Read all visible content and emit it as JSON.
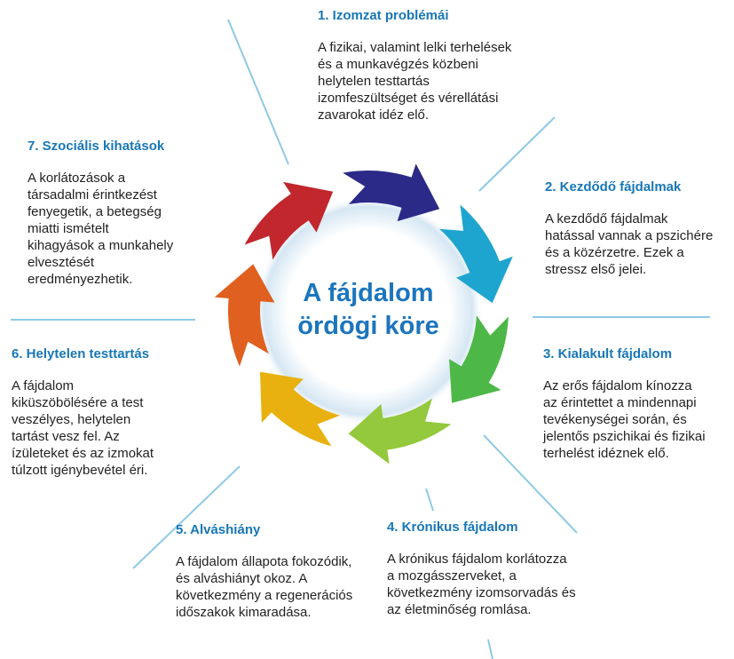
{
  "center_title_line1": "A fájdalom",
  "center_title_line2": "ördögi köre",
  "colors": {
    "heading": "#1877b6",
    "center_text": "#1c75bd",
    "lines": "#8ec9e6",
    "arrows": [
      "#2b2a88",
      "#1ea5cf",
      "#4db848",
      "#94c83d",
      "#e8b10f",
      "#e0601f",
      "#c1272d"
    ]
  },
  "steps": [
    {
      "title": "1. Izomzat problémái",
      "text": "A fizikai, valamint lelki terhelések\nés a munkavégzés közbeni\nhelytelen testtartás\nizomfeszültséget és vérellátási\nzavarokat idéz elő."
    },
    {
      "title": "2. Kezdődő fájdalmak",
      "text": "A kezdődő fájdalmak\nhatással vannak a pszichére\nés a közérzetre. Ezek a\nstressz első jelei."
    },
    {
      "title": "3. Kialakult fájdalom",
      "text": "Az erős fájdalom kínozza\naz érintettet a mindennapi\ntevékenységei során, és\njelentős pszichikai és fizikai\nterhelést idéznek elő."
    },
    {
      "title": "4. Krónikus fájdalom",
      "text": "A krónikus fájdalom korlátozza\na mozgásszerveket, a\nkövetkezmény izomsorvadás és\naz életminőség romlása."
    },
    {
      "title": "5. Alváshiány",
      "text": "A fájdalom állapota fokozódik,\nés alváshiányt okoz. A\nkövetkezmény a regenerációs\nidőszakok kimaradása."
    },
    {
      "title": "6. Helytelen testtartás",
      "text": "A fájdalom\nkiküszöbölésére a test\nveszélyes, helytelen\ntartást vesz fel. Az\nízületeket és az izmokat\ntúlzott igénybevétel éri."
    },
    {
      "title": "7. Szociális kihatások",
      "text": "A korlátozások a\ntársadalmi érintkezést\nfenyegetik, a betegség\nmiatti ismételt\nkihagyások a munkahely\nelvesztését\neredményezhetik."
    }
  ]
}
